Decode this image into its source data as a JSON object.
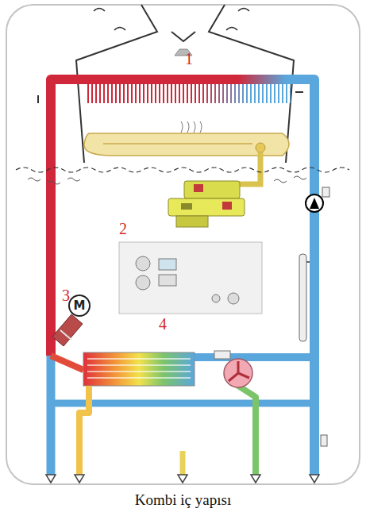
{
  "diagram": {
    "caption": "Kombi iç yapısı",
    "nodes": [
      {
        "text": [
          "M"
        ]
      }
    ],
    "labels": [
      "1",
      "2",
      "3",
      "4"
    ]
  }
}
